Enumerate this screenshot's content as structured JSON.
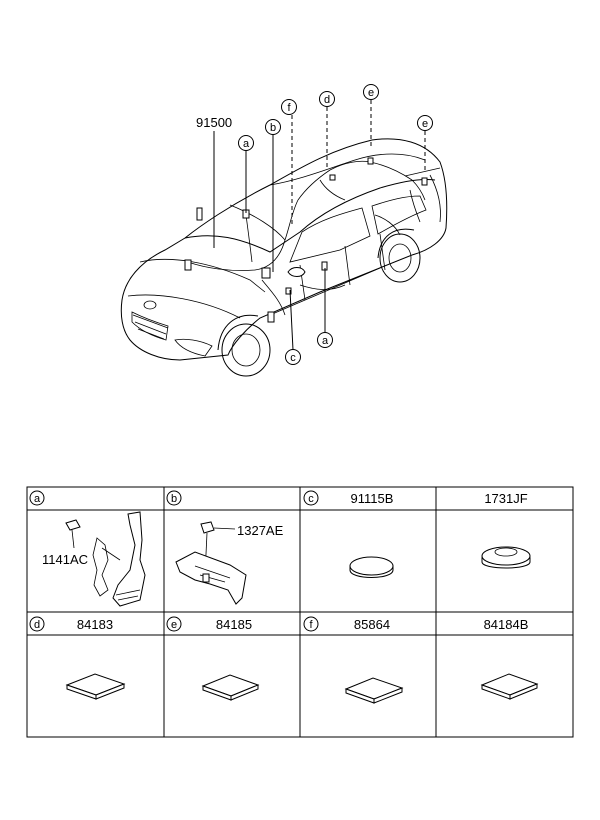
{
  "main_part": "91500",
  "callouts": [
    "a",
    "b",
    "c",
    "d",
    "e",
    "f"
  ],
  "table": {
    "cells": [
      {
        "key": "a",
        "part_no": "",
        "sub_label": "1141AC",
        "icon": "bolt-bracket-icon"
      },
      {
        "key": "b",
        "part_no": "",
        "sub_label": "1327AE",
        "icon": "clip-bracket-icon"
      },
      {
        "key": "c",
        "part_no": "91115B",
        "sub_label": "",
        "icon": "round-plug-icon"
      },
      {
        "key": "",
        "part_no": "1731JF",
        "sub_label": "",
        "icon": "grommet-icon"
      },
      {
        "key": "d",
        "part_no": "84183",
        "sub_label": "",
        "icon": "pad-icon"
      },
      {
        "key": "e",
        "part_no": "84185",
        "sub_label": "",
        "icon": "pad-icon"
      },
      {
        "key": "f",
        "part_no": "85864",
        "sub_label": "",
        "icon": "pad-icon"
      },
      {
        "key": "",
        "part_no": "84184B",
        "sub_label": "",
        "icon": "pad-icon"
      }
    ]
  }
}
